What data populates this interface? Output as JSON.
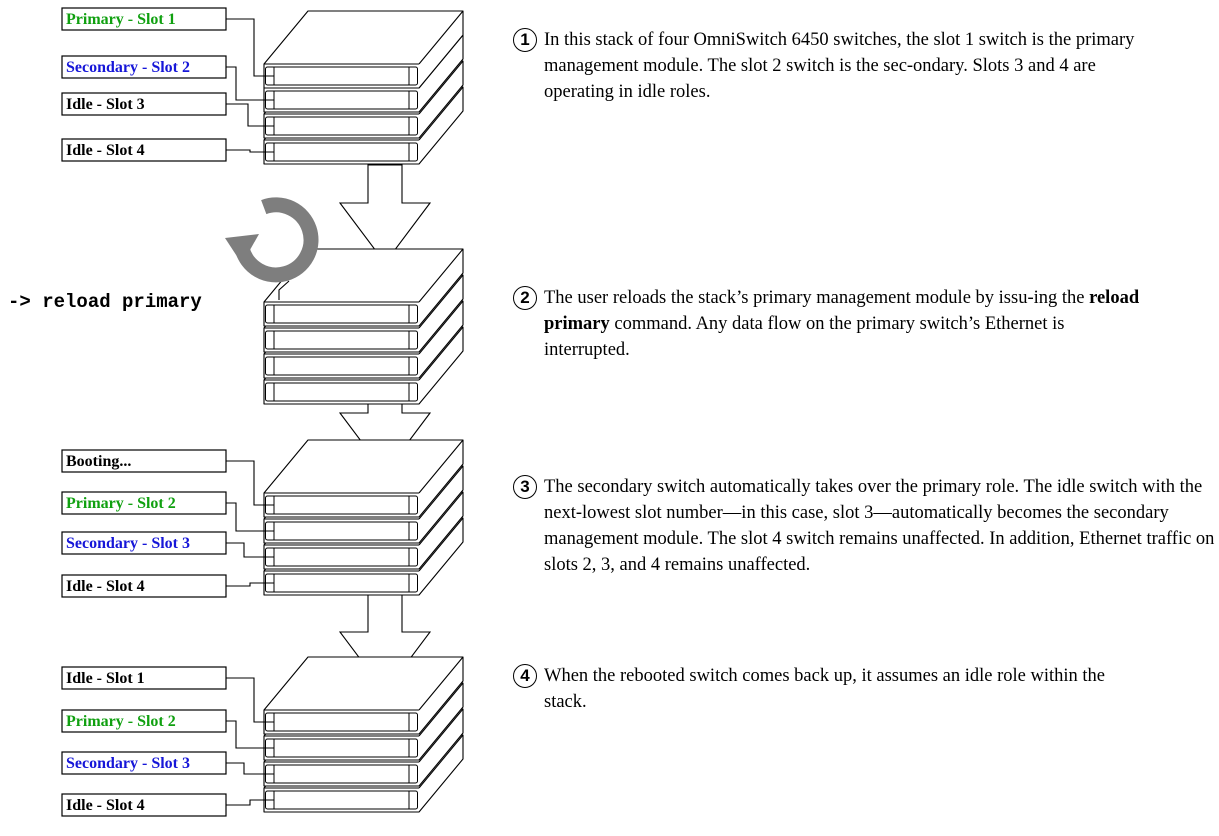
{
  "diagram": {
    "stage1": {
      "labels": [
        {
          "text": "Primary - Slot 1",
          "color": "#10a010"
        },
        {
          "text": "Secondary - Slot 2",
          "color": "#1616d8"
        },
        {
          "text": "Idle - Slot 3",
          "color": "#000000"
        },
        {
          "text": "Idle - Slot 4",
          "color": "#000000"
        }
      ]
    },
    "stage2": {
      "command": "-> reload primary",
      "reload_icon": "circular-arrow-icon"
    },
    "stage3": {
      "labels": [
        {
          "text": "Booting...",
          "color": "#000000"
        },
        {
          "text": "Primary - Slot 2",
          "color": "#10a010"
        },
        {
          "text": "Secondary - Slot 3",
          "color": "#1616d8"
        },
        {
          "text": "Idle - Slot 4",
          "color": "#000000"
        }
      ]
    },
    "stage4": {
      "labels": [
        {
          "text": "Idle - Slot 1",
          "color": "#000000"
        },
        {
          "text": "Primary - Slot 2",
          "color": "#10a010"
        },
        {
          "text": "Secondary - Slot 3",
          "color": "#1616d8"
        },
        {
          "text": "Idle - Slot 4",
          "color": "#000000"
        }
      ]
    }
  },
  "steps": [
    {
      "number": "1",
      "text": "In this stack of four OmniSwitch 6450 switches, the slot 1 switch is the primary management module. The slot 2 switch is the sec-ondary. Slots 3 and 4 are operating in idle roles."
    },
    {
      "number": "2",
      "text_before": "The user reloads the stack’s primary management module by issu-ing the ",
      "text_bold": "reload primary",
      "text_after": " command. Any data flow on the primary switch’s Ethernet is interrupted."
    },
    {
      "number": "3",
      "text": "The secondary switch automatically takes over the primary role. The idle switch with the next-lowest slot number—in this case, slot 3—automatically becomes the secondary management module. The slot 4 switch remains unaffected. In addition, Ethernet traffic on slots 2, 3, and 4 remains unaffected."
    },
    {
      "number": "4",
      "text": "When the rebooted switch comes back up, it assumes an idle role within the stack."
    }
  ]
}
